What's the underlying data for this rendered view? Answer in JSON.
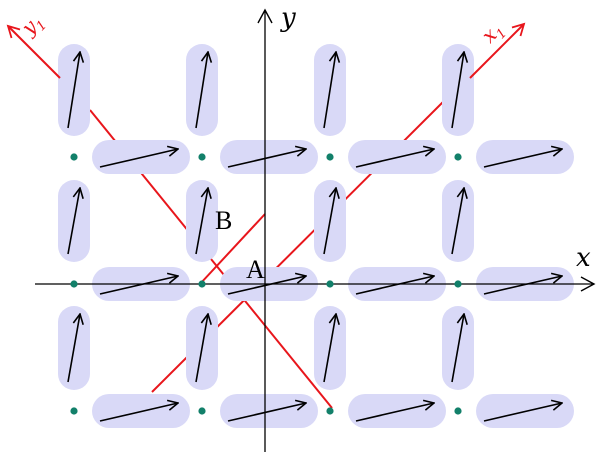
{
  "labels": {
    "x_axis": "x",
    "y_axis": "y",
    "x1_axis": "x",
    "x1_sub": "1",
    "y1_axis": "y",
    "y1_sub": "1",
    "point_a": "A",
    "point_b": "B"
  },
  "colors": {
    "axis": "#000000",
    "rotated_axis": "#e8161c",
    "bond_fill": "#d9d9f7",
    "arrow": "#000000",
    "site_dot": "#12806a"
  },
  "lattice": {
    "rows": 3,
    "cols": 4
  }
}
